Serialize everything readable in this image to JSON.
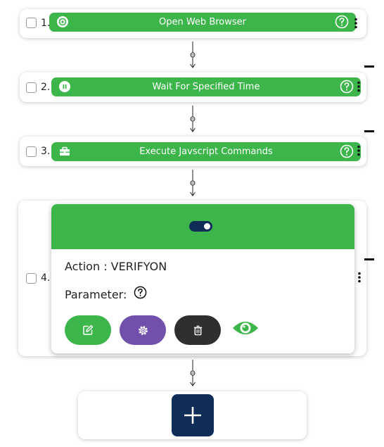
{
  "steps": [
    {
      "number": "1.",
      "label": "Open Web Browser",
      "icon": "browser-icon"
    },
    {
      "number": "2.",
      "label": "Wait For Specified Time",
      "icon": "pause-icon"
    },
    {
      "number": "3.",
      "label": "Execute Javscript Commands",
      "icon": "toolbox-icon"
    },
    {
      "number": "4.",
      "action_label": "Action : VERIFYON",
      "parameter_label": "Parameter:",
      "toggle_on": true
    }
  ],
  "action_buttons": [
    {
      "icon": "edit-icon",
      "color": "#3cb54a"
    },
    {
      "icon": "gear-icon",
      "color": "#7150ab"
    },
    {
      "icon": "trash-icon",
      "color": "#2f2f2f"
    },
    {
      "icon": "eye-icon",
      "color": "#3cb54a"
    }
  ],
  "add_button": {
    "icon": "plus-icon",
    "color": "#0f2d57"
  },
  "colors": {
    "accent": "#3cb54a",
    "navy": "#0f2d57"
  }
}
